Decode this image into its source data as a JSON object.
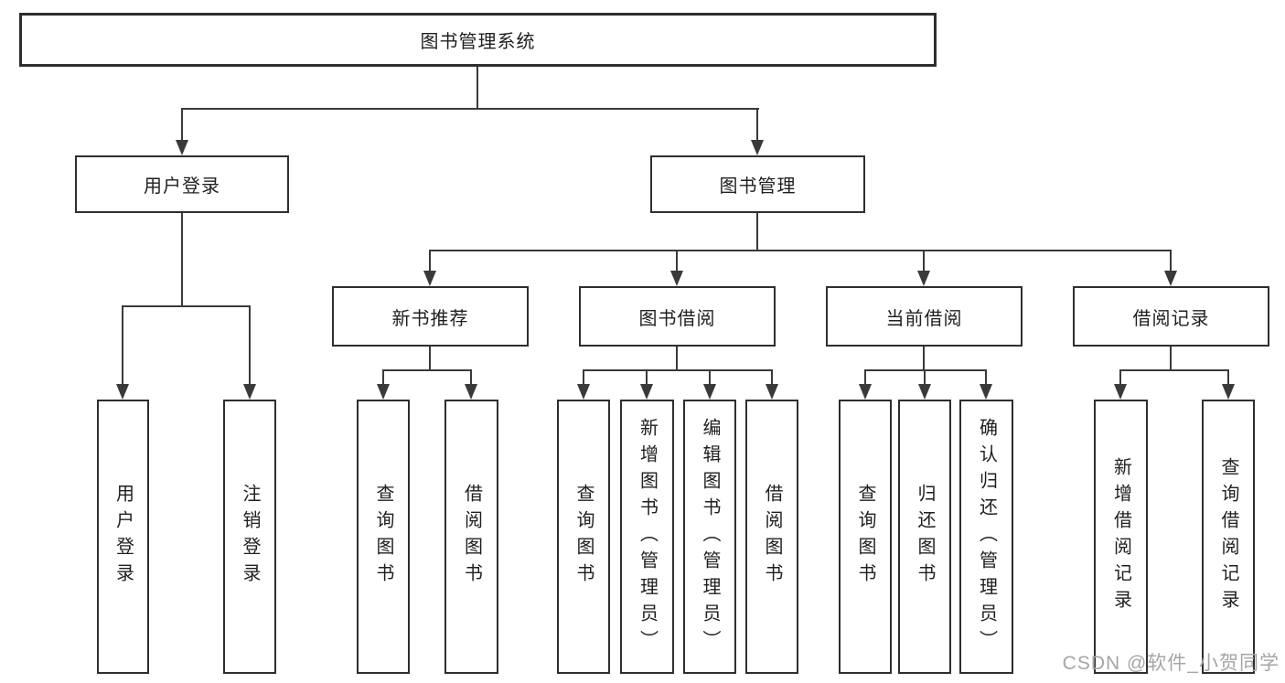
{
  "diagram": {
    "title": "图书管理系统",
    "nodes": {
      "root": {
        "label": "图书管理系统"
      },
      "user_login": {
        "label": "用户登录"
      },
      "book_mgmt": {
        "label": "图书管理"
      },
      "new_book_rec": {
        "label": "新书推荐"
      },
      "book_borrow": {
        "label": "图书借阅"
      },
      "current_borrow": {
        "label": "当前借阅"
      },
      "borrow_records": {
        "label": "借阅记录"
      },
      "leaf_user_login": {
        "label": "用户登录"
      },
      "leaf_logout": {
        "label": "注销登录"
      },
      "leaf_rec_search": {
        "label": "查询图书"
      },
      "leaf_rec_borrow": {
        "label": "借阅图书"
      },
      "leaf_bb_search": {
        "label": "查询图书"
      },
      "leaf_bb_add": {
        "label": "新增图书（管理员）"
      },
      "leaf_bb_edit": {
        "label": "编辑图书（管理员）"
      },
      "leaf_bb_borrow": {
        "label": "借阅图书"
      },
      "leaf_cb_search": {
        "label": "查询图书"
      },
      "leaf_cb_return": {
        "label": "归还图书"
      },
      "leaf_cb_confirm": {
        "label": "确认归还（管理员）"
      },
      "leaf_br_add": {
        "label": "新增借阅记录"
      },
      "leaf_br_search": {
        "label": "查询借阅记录"
      }
    },
    "colors": {
      "line": "#3a3a3a",
      "box_border": "#2e2e2e",
      "text": "#1f1f1f",
      "background": "#ffffff",
      "watermark": "#a5a5a5"
    }
  },
  "watermark": {
    "text": "CSDN @软件_小贺同学"
  }
}
